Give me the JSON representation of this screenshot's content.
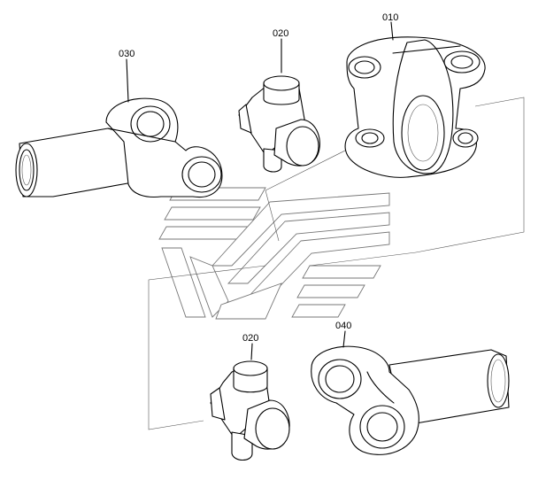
{
  "parts": [
    {
      "id": "010"
    },
    {
      "id": "020"
    },
    {
      "id": "030"
    },
    {
      "id": "020"
    },
    {
      "id": "040"
    }
  ]
}
